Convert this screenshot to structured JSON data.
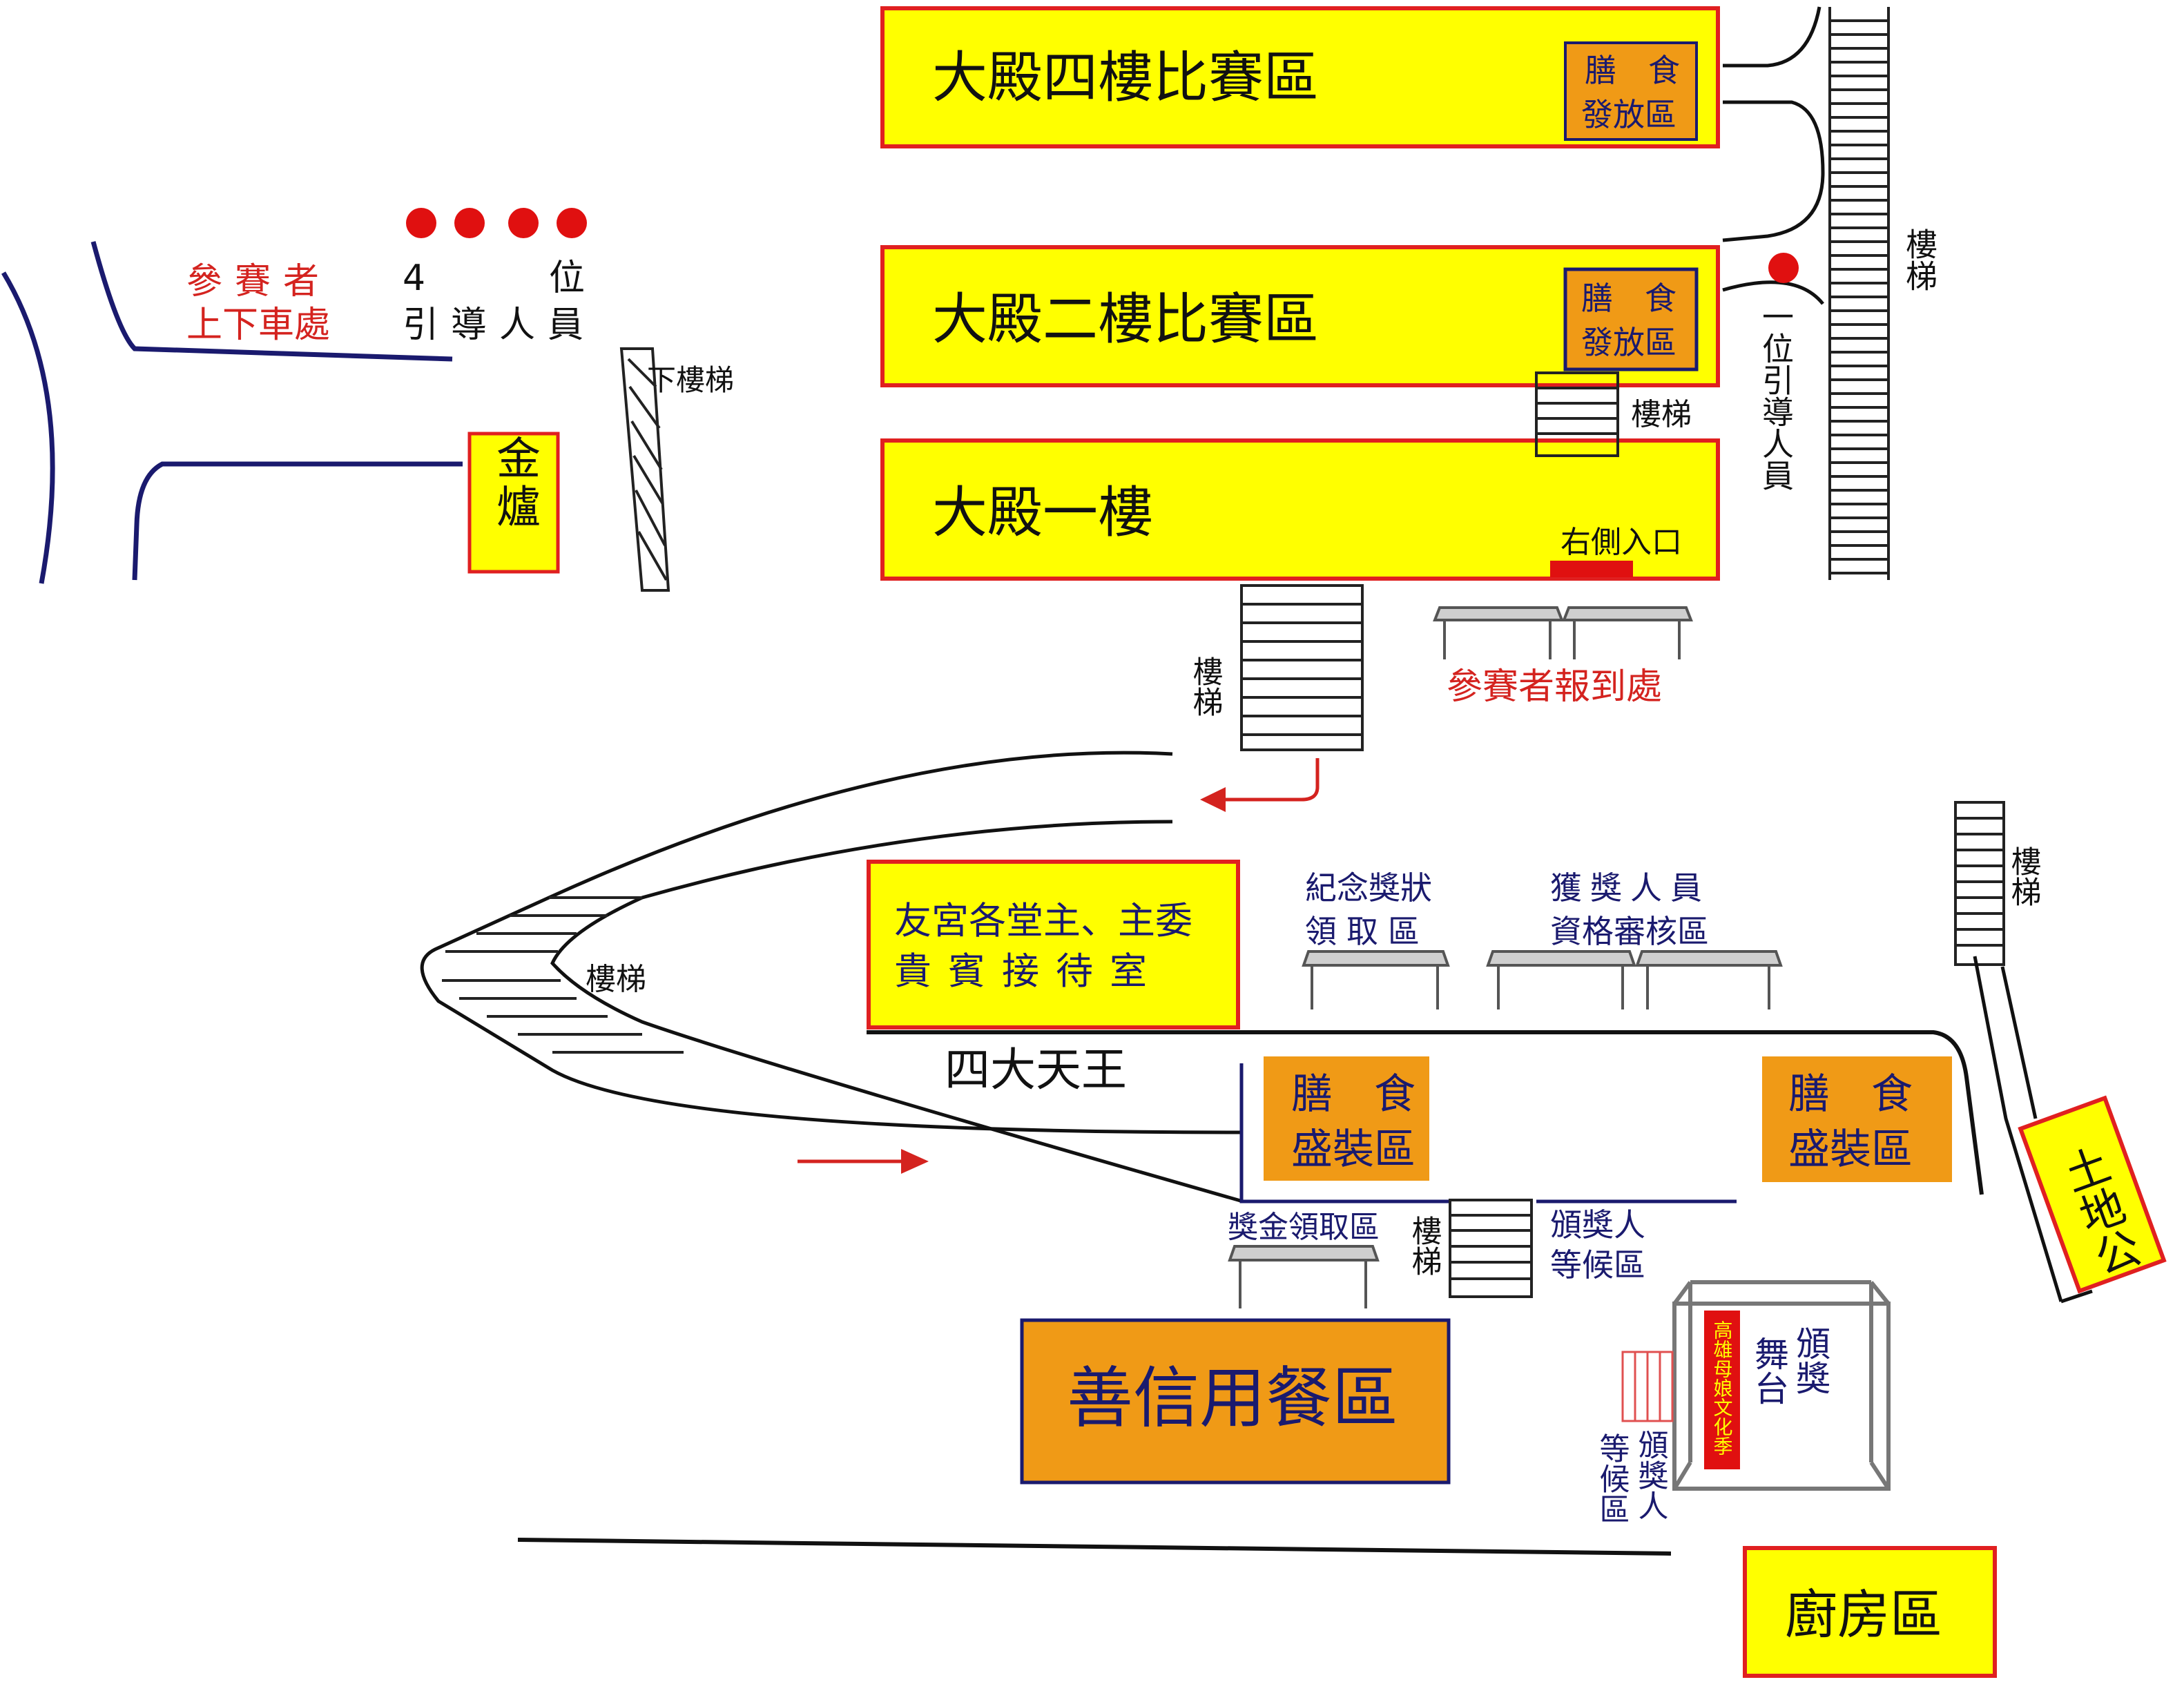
{
  "colors": {
    "yellow": "#ffff00",
    "orange": "#f09a16",
    "red_border": "#e02020",
    "navy": "#1a1a6e",
    "red_text": "#d4231f",
    "stair_line": "#222222"
  },
  "buildings": {
    "floor4": "大殿四樓比賽區",
    "floor2": "大殿二樓比賽區",
    "floor1": "大殿一樓",
    "meal_dist_top_1": "膳　食",
    "meal_dist_bottom_1": "發放區",
    "meal_dist_top_2": "膳　食",
    "meal_dist_bottom_2": "發放區",
    "right_entrance": "右側入口"
  },
  "labels": {
    "stairs": "樓梯",
    "stairs_down": "下樓梯",
    "guide_one": "一位引導人員",
    "guide_four_num": "4",
    "guide_four_wei": "位",
    "guide_four_rest": "引導人員",
    "dropoff_1": "參賽者",
    "dropoff_2": "上下車處",
    "furnace": "金爐",
    "checkin": "參賽者報到處",
    "vip_1": "友宮各堂主、主委",
    "vip_2": "貴賓接待室",
    "cert_1": "紀念獎狀",
    "cert_2": "領取區",
    "qual_1": "獲獎人員",
    "qual_2": "資格審核區",
    "four_kings": "四大天王",
    "meal_pack_1": "膳　食",
    "meal_pack_2": "盛裝區",
    "prize_money": "獎金領取區",
    "awardee_wait_1": "頒獎人",
    "awardee_wait_2": "等候區",
    "awardee_wait_v1": "頒獎人",
    "awardee_wait_v2": "等候區",
    "dining": "善信用餐區",
    "stage_1": "頒獎",
    "stage_2": "舞台",
    "banner": "高雄母娘文化季",
    "earth_god": "土地公",
    "kitchen": "廚房區"
  }
}
